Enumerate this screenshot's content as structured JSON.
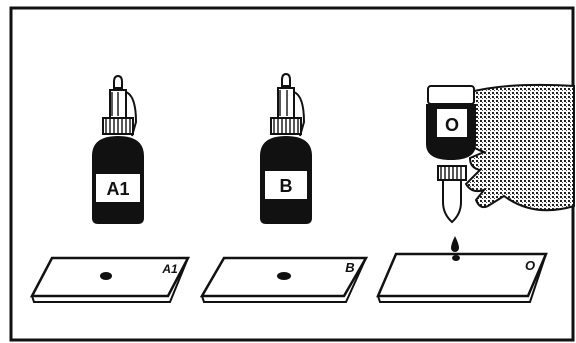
{
  "bottles": [
    {
      "label": "A1"
    },
    {
      "label": "B"
    },
    {
      "label": "O"
    }
  ],
  "slides": [
    {
      "label": "A1"
    },
    {
      "label": "B"
    },
    {
      "label": "O"
    }
  ],
  "colors": {
    "ink": "#111111",
    "paper": "#ffffff",
    "hand_fill": "#9a9a9a"
  }
}
